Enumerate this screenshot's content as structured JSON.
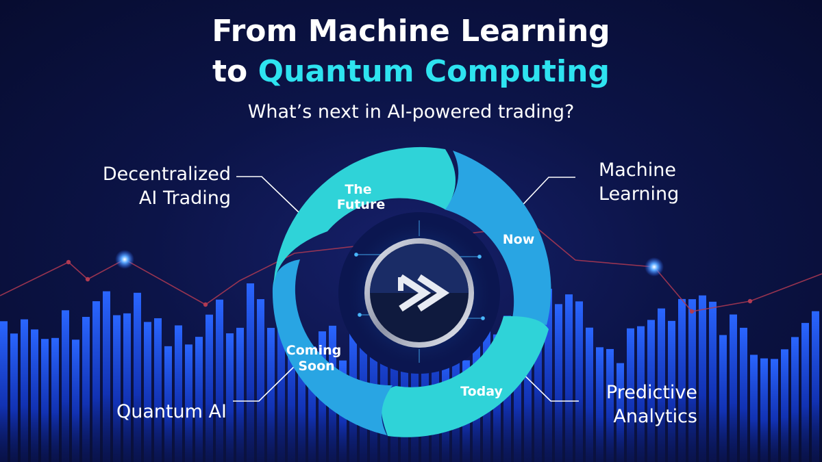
{
  "header": {
    "title_line1": "From Machine Learning",
    "title_line2_prefix": "to ",
    "title_line2_accent": "Quantum Computing",
    "subtitle": "What’s next in AI-powered trading?"
  },
  "cycle": {
    "segments": [
      {
        "id": "future",
        "label_lines": [
          "The",
          "Future"
        ],
        "color": "#2fd3d8"
      },
      {
        "id": "now",
        "label_lines": [
          "Now"
        ],
        "color": "#29a5e3"
      },
      {
        "id": "today",
        "label_lines": [
          "Today"
        ],
        "color": "#2fd3d8"
      },
      {
        "id": "coming",
        "label_lines": [
          "Coming",
          "Soon"
        ],
        "color": "#29a5e3"
      }
    ],
    "center_logo": "double-chevron-logo-icon"
  },
  "outer_labels": [
    {
      "id": "decentralized",
      "lines": [
        "Decentralized",
        "AI Trading"
      ]
    },
    {
      "id": "machine",
      "lines": [
        "Machine",
        "Learning"
      ]
    },
    {
      "id": "quantum",
      "lines": [
        "Quantum AI"
      ]
    },
    {
      "id": "predictive",
      "lines": [
        "Predictive",
        "Analytics"
      ]
    }
  ],
  "colors": {
    "background": "#0a1035",
    "accent": "#2ee3f0",
    "bar": "#1e56ff",
    "line_chart": "#b03a52"
  }
}
